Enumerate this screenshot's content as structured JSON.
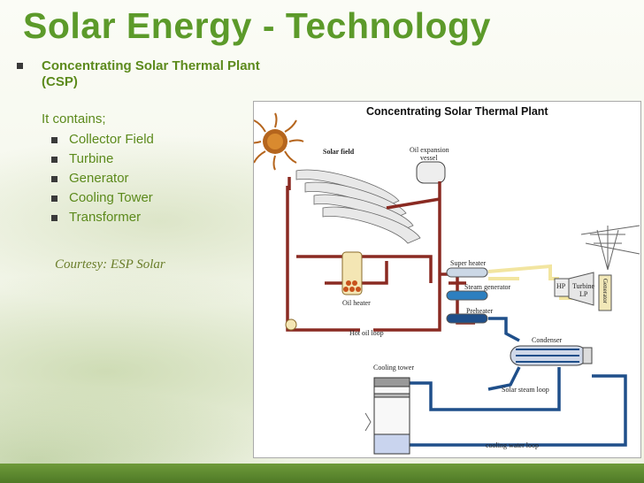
{
  "slide": {
    "title": "Solar Energy - Technology",
    "main_bullet": "Concentrating Solar Thermal Plant",
    "main_bullet_abbr": "(CSP)",
    "contains_label": "It contains;",
    "items": [
      "Collector Field",
      "Turbine",
      "Generator",
      "Cooling Tower",
      "Transformer"
    ],
    "courtesy": "Courtesy: ESP Solar"
  },
  "diagram": {
    "title": "Concentrating Solar Thermal Plant",
    "labels": {
      "solar_field": "Solar field",
      "oil_expansion": "Oil expansion",
      "vessel": "vessel",
      "oil_heater": "Oil heater",
      "hot_oil_loop": "Hot oil loop",
      "super_heater": "Super heater",
      "steam_generator": "Steam generator",
      "preheater": "Preheater",
      "condenser": "Condenser",
      "cooling_tower": "Cooling tower",
      "solar_steam_loop": "Solar steam loop",
      "cooling_water_loop": "cooling water loop",
      "hp": "HP",
      "turbine": "Turbine",
      "lp": "LP",
      "generator": "Generator"
    },
    "colors": {
      "oil": "#8a2a22",
      "steam": "#f2e5a0",
      "water": "#1f4f8a"
    }
  }
}
